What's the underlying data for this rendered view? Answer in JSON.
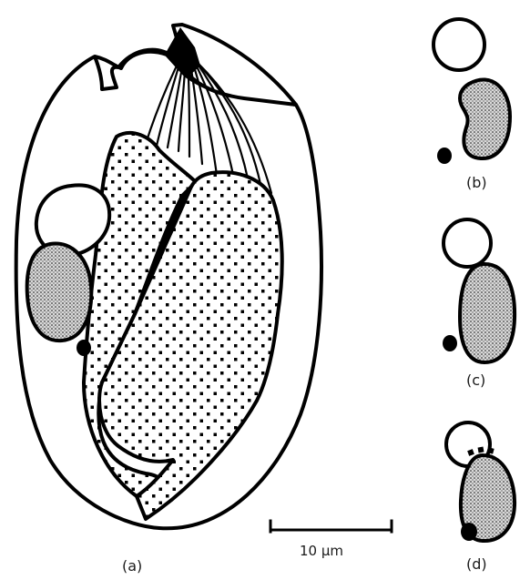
{
  "figure": {
    "panels": [
      {
        "id": "a",
        "label": "(a)"
      },
      {
        "id": "b",
        "label": "(b)"
      },
      {
        "id": "c",
        "label": "(c)"
      },
      {
        "id": "d",
        "label": "(d)"
      }
    ],
    "scale_bar": {
      "text": "10 μm"
    },
    "colors": {
      "stroke": "#000000",
      "fill_cell": "#ffffff",
      "stipple": "#000000"
    }
  }
}
